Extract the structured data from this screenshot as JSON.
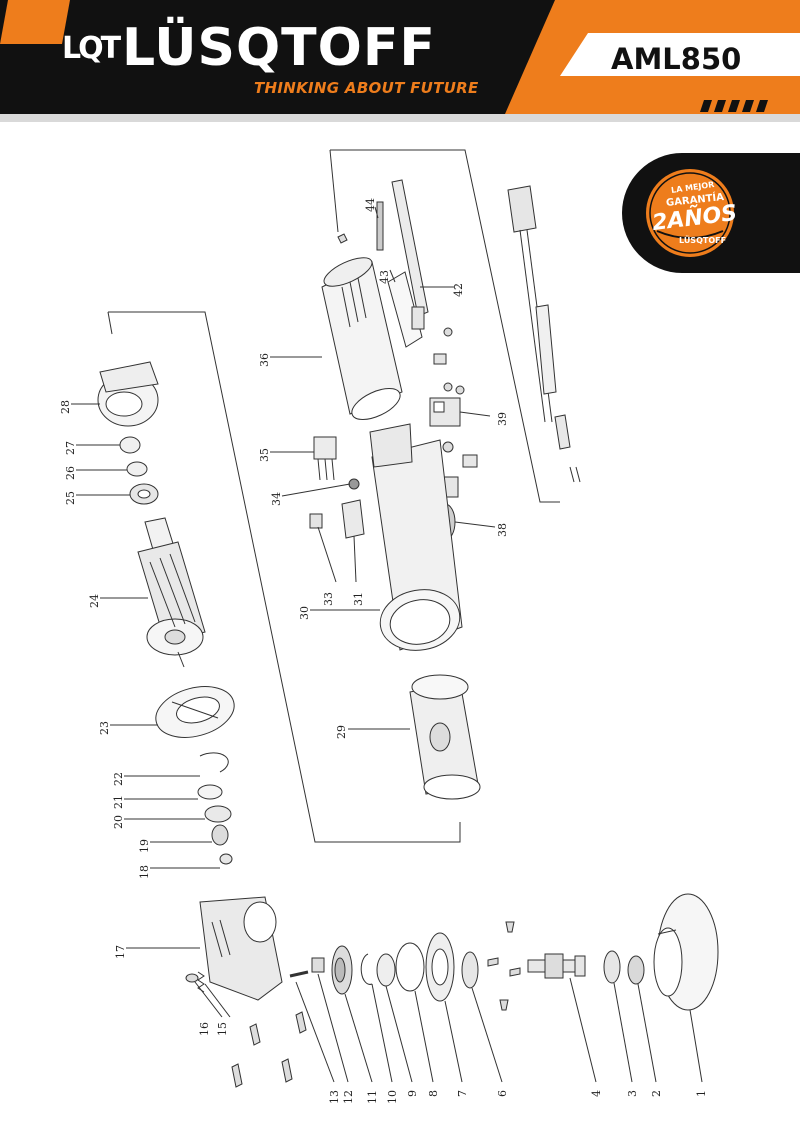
{
  "header": {
    "logo_mark": "LQT",
    "brand": "LÜSQTOFF",
    "tagline": "THINKING ABOUT FUTURE",
    "model": "AML850"
  },
  "badge": {
    "line1": "LA MEJOR",
    "line2": "GARANTÍA",
    "line3": "2AÑOS",
    "line4": "LÜSQTOFF"
  },
  "colors": {
    "brand_orange": "#ee7d1c",
    "header_black": "#111111",
    "white": "#ffffff",
    "line": "#333333"
  },
  "part_labels": [
    "1",
    "2",
    "3",
    "4",
    "6",
    "7",
    "8",
    "9",
    "10",
    "11",
    "12",
    "13",
    "15",
    "16",
    "17",
    "18",
    "19",
    "20",
    "21",
    "22",
    "23",
    "24",
    "25",
    "26",
    "27",
    "28",
    "29",
    "30",
    "31",
    "33",
    "34",
    "35",
    "36",
    "38",
    "39",
    "42",
    "43",
    "44"
  ]
}
